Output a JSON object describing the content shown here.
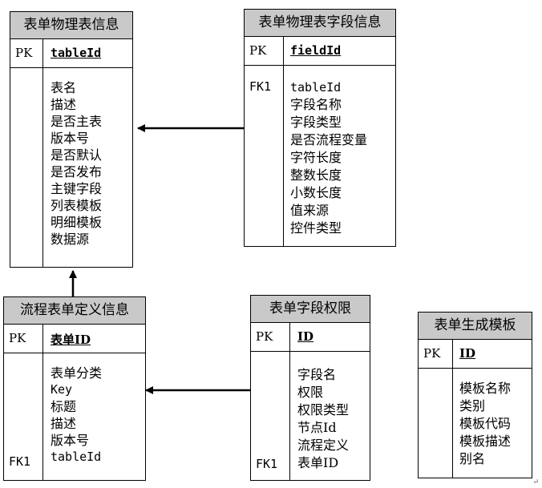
{
  "entities": {
    "form_physical": {
      "title": "表单物理表信息",
      "pk_label": "PK",
      "pk_field": "tableId",
      "fields": [
        "表名",
        "描述",
        "是否主表",
        "版本号",
        "是否默认",
        "是否发布",
        "主键字段",
        "列表模板",
        "明细模板",
        "数据源"
      ]
    },
    "form_field": {
      "title": "表单物理表字段信息",
      "pk_label": "PK",
      "pk_field": "fieldId",
      "fk_label": "FK1",
      "fields": [
        "tableId",
        "字段名称",
        "字段类型",
        "是否流程变量",
        "字符长度",
        "整数长度",
        "小数长度",
        "值来源",
        "控件类型"
      ]
    },
    "flow_form": {
      "title": "流程表单定义信息",
      "pk_label": "PK",
      "pk_field": "表单ID",
      "fk_label": "FK1",
      "fields": [
        "表单分类",
        "Key",
        "标题",
        "描述",
        "版本号",
        "tableId"
      ]
    },
    "field_perm": {
      "title": "表单字段权限",
      "pk_label": "PK",
      "pk_field": "ID",
      "fk_label": "FK1",
      "fields": [
        "字段名",
        "权限",
        "权限类型",
        "节点Id",
        "流程定义",
        "表单ID"
      ]
    },
    "template": {
      "title": "表单生成模板",
      "pk_label": "PK",
      "pk_field": "ID",
      "fields": [
        "模板名称",
        "类别",
        "模板代码",
        "模板描述",
        "别名"
      ]
    }
  },
  "corner_mark": "↵"
}
